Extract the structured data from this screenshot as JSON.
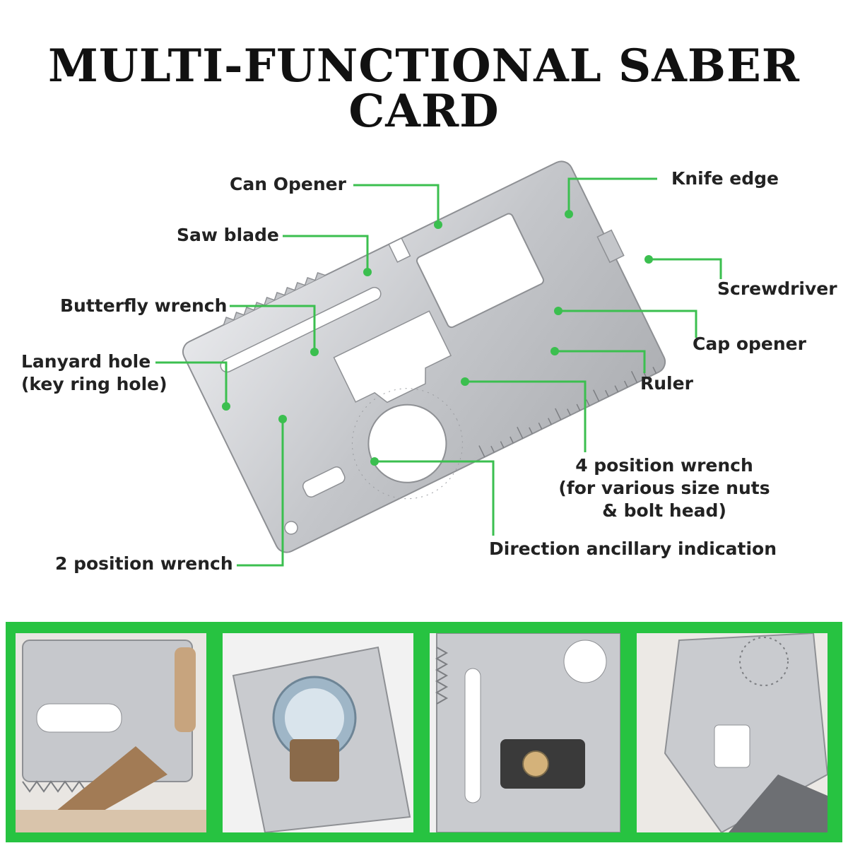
{
  "title": "MULTI-FUNCTIONAL SABER CARD",
  "colors": {
    "accent": "#27c341",
    "leader": "#3bbf4f",
    "steel": "#c9cbcf",
    "text": "#222222"
  },
  "callouts": {
    "can_opener": "Can Opener",
    "saw_blade": "Saw blade",
    "butterfly_wrench": "Butterfly wrench",
    "lanyard_hole": [
      "Lanyard hole",
      "(key ring hole)"
    ],
    "two_position_wrench": "2 position wrench",
    "knife_edge": "Knife edge",
    "screwdriver": "Screwdriver",
    "cap_opener": "Cap opener",
    "ruler": "Ruler",
    "four_position_wrench": [
      "4 position wrench",
      "(for various size nuts",
      "& bolt head)"
    ],
    "direction_indication": "Direction ancillary indication"
  },
  "photos": [
    {
      "depicts": "saw-cutting-wood"
    },
    {
      "depicts": "bottle-cap-opening"
    },
    {
      "depicts": "screwdriver-bolt"
    },
    {
      "depicts": "card-closeup"
    }
  ]
}
